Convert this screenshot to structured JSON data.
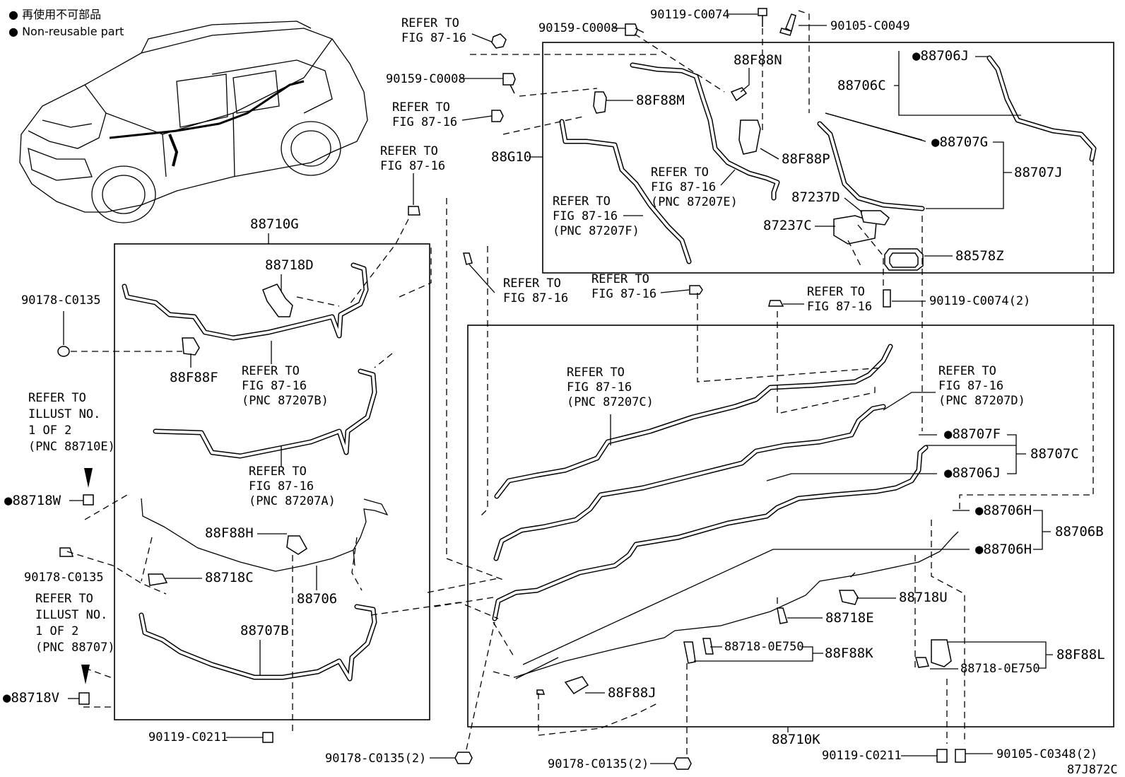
{
  "legend": [
    {
      "symbol": "●",
      "text": "再使用不可部品"
    },
    {
      "symbol": "●",
      "text": "Non-reusable part"
    }
  ],
  "labels": {
    "refer_8716_top": [
      "REFER TO",
      "FIG 87-16"
    ],
    "bolt_90159_top": "90159-C0008",
    "bolt_90119_top": "90119-C0074",
    "bolt_90105_top": "90105-C0049",
    "bolt_90159_mid": "90159-C0008",
    "refer_8716_mid": [
      "REFER TO",
      "FIG 87-16"
    ],
    "assy_88g10": "88G10",
    "p_88f88n": "88F88N",
    "p_88f88m": "88F88M",
    "p_88f88p": "88F88P",
    "refer_87207e": [
      "REFER TO",
      "FIG 87-16",
      "(PNC 87207E)"
    ],
    "refer_87207f": [
      "REFER TO",
      "FIG 87-16",
      "(PNC 87207F)"
    ],
    "p_88706j_top": "●88706J",
    "p_88706c": "88706C",
    "p_88707g": "●88707G",
    "p_88707j": "88707J",
    "p_87237d": "87237D",
    "p_87237c": "87237C",
    "p_88578z": "88578Z",
    "refer_top_small": [
      "REFER TO",
      "FIG 87-16"
    ],
    "refer_center1": [
      "REFER TO",
      "FIG 87-16"
    ],
    "refer_center2": [
      "REFER TO",
      "FIG 87-16"
    ],
    "refer_right_clip": [
      "REFER TO",
      "FIG 87-16"
    ],
    "bolt_90119_2": "90119-C0074(2)",
    "assy_88710g": "88710G",
    "p_88718d": "88718D",
    "clip_90178_left": "90178-C0135",
    "p_88f88f": "88F88F",
    "refer_87207b": [
      "REFER TO",
      "FIG 87-16",
      "(PNC 87207B)"
    ],
    "refer_87207a": [
      "REFER TO",
      "FIG 87-16",
      "(PNC 87207A)"
    ],
    "refer_illust_88710e": [
      "REFER TO",
      "ILLUST NO.",
      "1 OF 2",
      "(PNC 88710E)"
    ],
    "p_88718w": "●88718W",
    "p_88f88h": "88F88H",
    "clip_90178_left2": "90178-C0135",
    "p_88718c": "88718C",
    "p_88706": "88706",
    "refer_illust_88707": [
      "REFER TO",
      "ILLUST NO.",
      "1 OF 2",
      "(PNC 88707)"
    ],
    "p_88707b": "88707B",
    "p_88718v": "●88718V",
    "bolt_90119_c0211_left": "90119-C0211",
    "refer_87207c": [
      "REFER TO",
      "FIG 87-16",
      "(PNC 87207C)"
    ],
    "refer_87207d": [
      "REFER TO",
      "FIG 87-16",
      "(PNC 87207D)"
    ],
    "p_88707f": "●88707F",
    "p_88707c": "88707C",
    "p_88706j_mid": "●88706J",
    "p_88706h_1": "●88706H",
    "p_88706b": "88706B",
    "p_88706h_2": "●88706H",
    "p_88718u": "88718U",
    "p_88718e": "88718E",
    "p_88718_0e750_a": "88718-0E750",
    "p_88f88k": "88F88K",
    "p_88f88l": "88F88L",
    "p_88718_0e750_b": "88718-0E750",
    "p_88f88j": "88F88J",
    "assy_88710k": "88710K",
    "clip_90178_2_left": "90178-C0135(2)",
    "clip_90178_2_mid": "90178-C0135(2)",
    "bolt_90119_c0211_right": "90119-C0211",
    "bolt_90105_c0348": "90105-C0348(2)",
    "figure_id": "87J872C"
  }
}
